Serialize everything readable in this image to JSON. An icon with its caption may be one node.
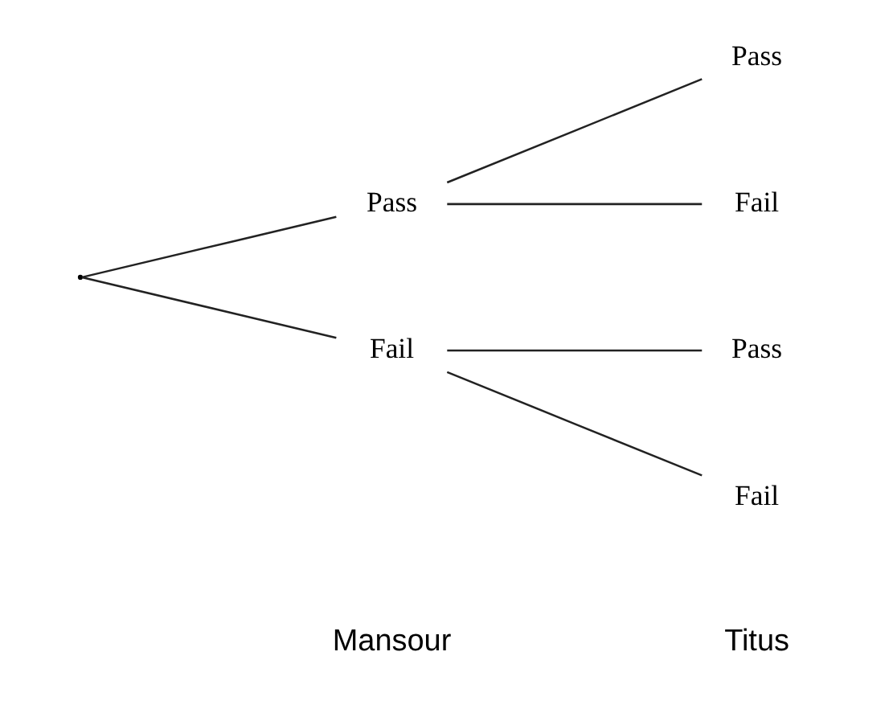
{
  "diagram": {
    "nodes": [
      {
        "text": [],
        "shape": "point"
      },
      {
        "text": [
          "Pass"
        ]
      },
      {
        "text": [
          "Fail"
        ]
      },
      {
        "text": [
          "Pass"
        ]
      },
      {
        "text": [
          "Fail"
        ]
      },
      {
        "text": [
          "Pass"
        ]
      },
      {
        "text": [
          "Fail"
        ]
      }
    ],
    "edges": [
      {
        "from": 0,
        "to": 1,
        "arrow": "none"
      },
      {
        "from": 0,
        "to": 2,
        "arrow": "none"
      },
      {
        "from": 1,
        "to": 3,
        "arrow": "none"
      },
      {
        "from": 1,
        "to": 4,
        "arrow": "none"
      },
      {
        "from": 2,
        "to": 5,
        "arrow": "none"
      },
      {
        "from": 2,
        "to": 6,
        "arrow": "none"
      }
    ],
    "labels": [
      "Mansour",
      "Titus"
    ]
  }
}
